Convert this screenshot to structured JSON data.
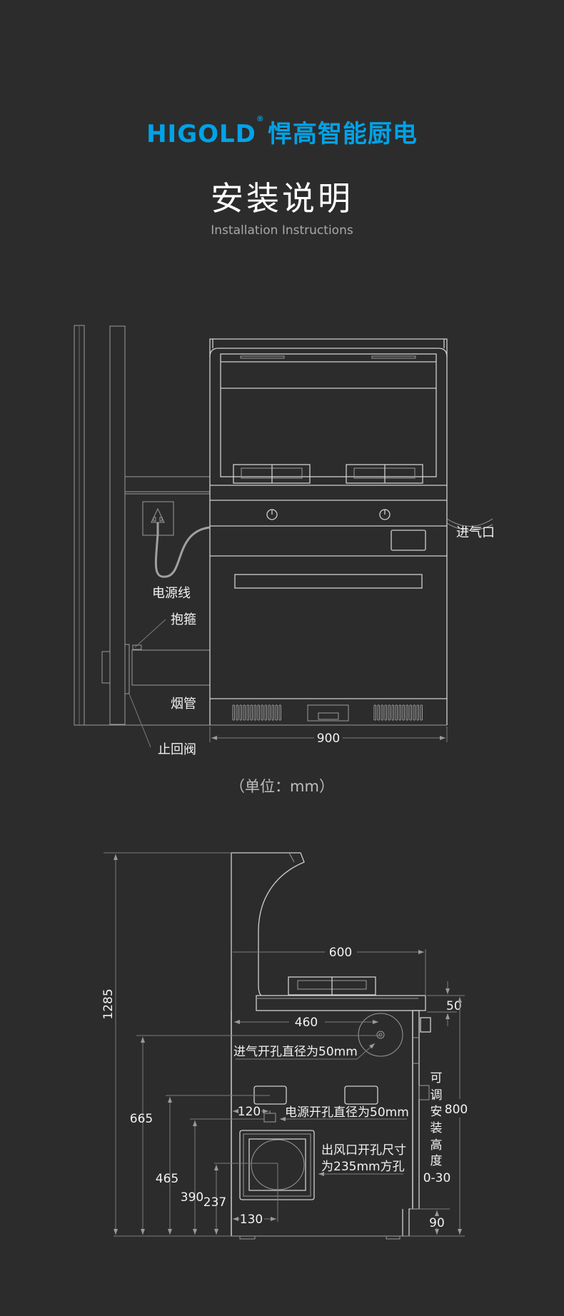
{
  "header": {
    "brand_en": "HIGOLD",
    "brand_reg": "®",
    "brand_cn": "悍高智能厨电",
    "title": "安装说明",
    "subtitle": "Installation Instructions",
    "brand_color": "#00a3e8"
  },
  "front_view": {
    "labels": {
      "power_cord": "电源线",
      "clamp": "抱箍",
      "flue_pipe": "烟管",
      "check_valve": "止回阀",
      "gas_inlet": "进气口"
    },
    "width_dim": "900"
  },
  "unit_note": "（单位：mm）",
  "side_view": {
    "dims": {
      "total_height": "1285",
      "depth": "600",
      "counter_thickness": "50",
      "inlet_offset": "460",
      "inlet_height": "665",
      "power_height_top": "465",
      "power_height": "390",
      "outlet_center_height": "237",
      "power_offset": "120",
      "outlet_offset": "130",
      "cabinet_height": "800",
      "toe_kick": "90"
    },
    "notes": {
      "inlet_hole": "进气开孔直径为50mm",
      "power_hole": "电源开孔直径为50mm",
      "outlet_hole_line1": "出风口开孔尺寸",
      "outlet_hole_line2": "为235mm方孔",
      "adjustable": [
        "可",
        "调",
        "安",
        "装",
        "高",
        "度"
      ],
      "adjustable_range": "0-30"
    }
  }
}
